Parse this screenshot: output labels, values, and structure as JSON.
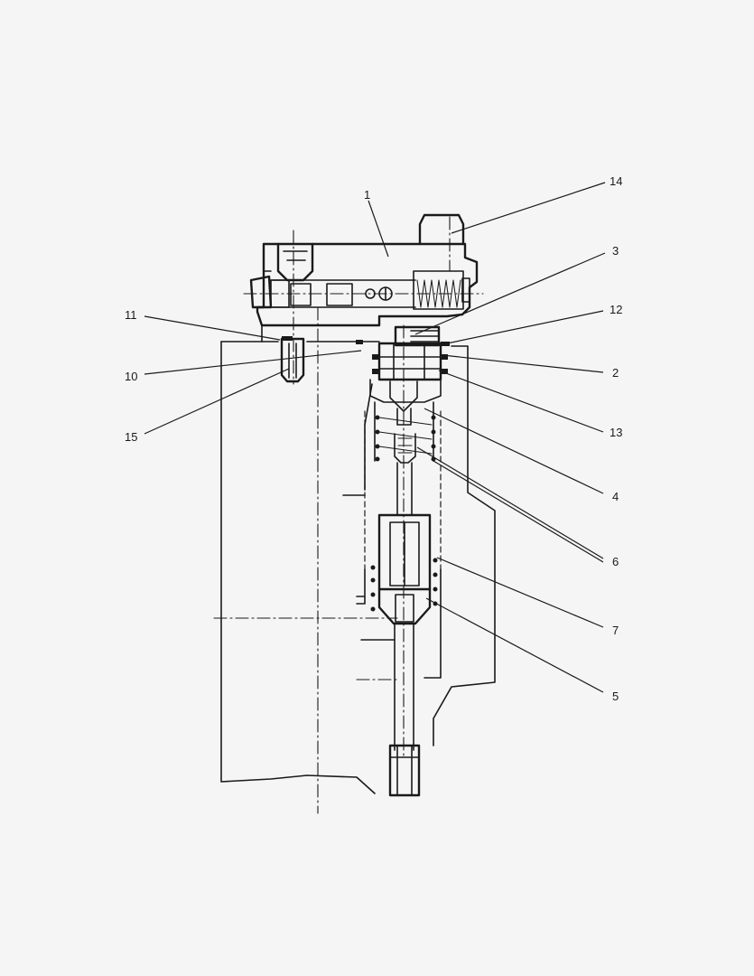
{
  "diagram": {
    "callouts": [
      {
        "id": "c1",
        "text": "1"
      },
      {
        "id": "c14",
        "text": "14"
      },
      {
        "id": "c3",
        "text": "3"
      },
      {
        "id": "c12",
        "text": "12"
      },
      {
        "id": "c11",
        "text": "11"
      },
      {
        "id": "c2",
        "text": "2"
      },
      {
        "id": "c10",
        "text": "10"
      },
      {
        "id": "c13",
        "text": "13"
      },
      {
        "id": "c15",
        "text": "15"
      },
      {
        "id": "c4",
        "text": "4"
      },
      {
        "id": "c6",
        "text": "6"
      },
      {
        "id": "c7",
        "text": "7"
      },
      {
        "id": "c5",
        "text": "5"
      }
    ]
  }
}
